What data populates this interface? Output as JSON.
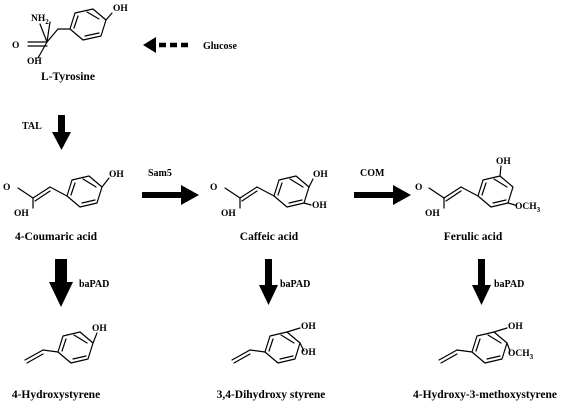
{
  "compounds": {
    "tyrosine": "L-Tyrosine",
    "coumaric": "4-Coumaric acid",
    "caffeic": "Caffeic acid",
    "ferulic": "Ferulic acid",
    "hydroxystyrene": "4-Hydroxystyrene",
    "dihydroxystyrene": "3,4-Dihydroxy styrene",
    "methoxystyrene": "4-Hydroxy-3-methoxystyrene"
  },
  "enzymes": {
    "tal": "TAL",
    "sam5": "Sam5",
    "com": "COM",
    "bapad": "baPAD"
  },
  "inputs": {
    "glucose": "Glucose"
  },
  "atoms": {
    "oh": "OH",
    "nh2": "NH",
    "nh2_sub": "2",
    "o": "O",
    "och": "OCH",
    "och_sub": "3"
  }
}
